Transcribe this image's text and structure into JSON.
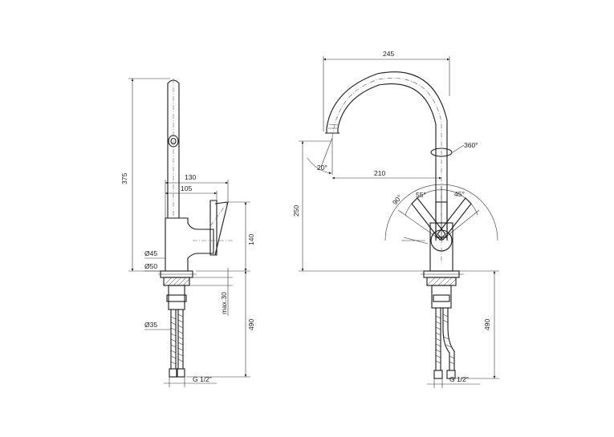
{
  "left_view": {
    "height_total": "375",
    "reach_130": "130",
    "reach_105": "105",
    "height_140": "140",
    "dia_45": "Ø45",
    "dia_50": "Ø50",
    "max_30": "max.30",
    "dia_35": "Ø35",
    "hose_490": "490",
    "thread": "G 1/2\""
  },
  "right_view": {
    "width_245": "245",
    "rotation_360": "360°",
    "angle_20": "20°",
    "reach_210": "210",
    "angle_90": "90°",
    "angle_55": "55°",
    "angle_45": "45°",
    "height_250": "250",
    "hose_490": "490",
    "thread": "G 1/2\""
  }
}
